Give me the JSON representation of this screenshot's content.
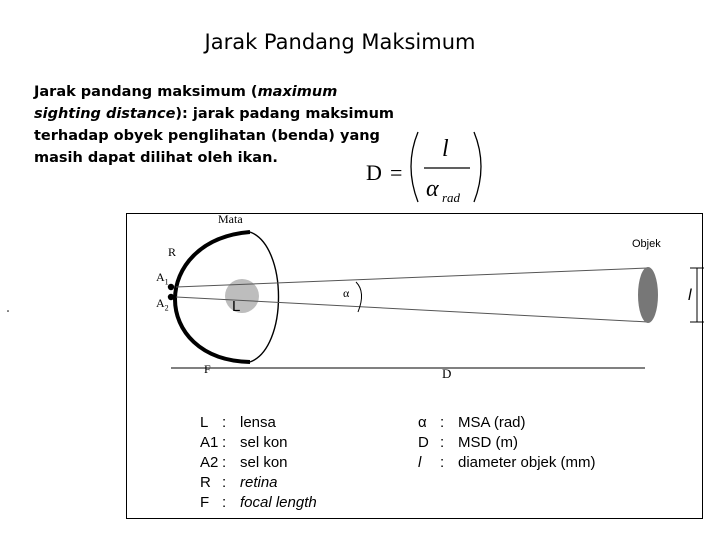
{
  "title": "Jarak Pandang Maksimum",
  "description": {
    "prefix": "Jarak pandang maksimum (",
    "term_italic": "maximum sighting distance",
    "suffix": "): jarak padang maksimum terhadap obyek penglihatan (benda) yang masih dapat dilihat oleh ikan."
  },
  "formula": {
    "lhs": "D",
    "equals": "=",
    "numerator": "l",
    "denominator": "α",
    "subscript": "rad"
  },
  "diagram_labels": {
    "mata": "Mata",
    "objek": "Objek",
    "r": "R",
    "a1": "A",
    "a1_sub": "1",
    "a2": "A",
    "a2_sub": "2",
    "l_lens": "L",
    "alpha": "α",
    "l_object": "l",
    "f": "F",
    "d": "D"
  },
  "legend_left": [
    {
      "symbol": "L",
      "sep": ":",
      "text": "lensa",
      "italic": false
    },
    {
      "symbol": "A1",
      "sep": ":",
      "text": "sel kon",
      "italic": false
    },
    {
      "symbol": "A2",
      "sep": ":",
      "text": "sel kon",
      "italic": false
    },
    {
      "symbol": "R",
      "sep": ":",
      "text": "retina",
      "italic": true
    },
    {
      "symbol": "F",
      "sep": ":",
      "text": "focal length",
      "italic": true
    }
  ],
  "legend_right": [
    {
      "symbol": "α",
      "sep": ":",
      "text": "MSA (rad)",
      "italic": false
    },
    {
      "symbol": "D",
      "sep": ":",
      "text": "MSD (m)",
      "italic": false
    },
    {
      "symbol": "l",
      "sep": ":",
      "text": "diameter objek (mm)",
      "italic": false
    }
  ],
  "colors": {
    "lens_fill": "#bdbdbd",
    "object_fill": "#777777"
  }
}
